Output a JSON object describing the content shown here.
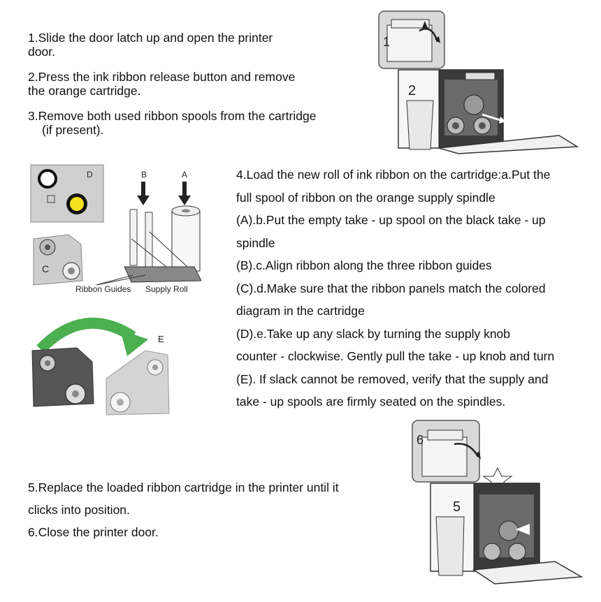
{
  "steps": {
    "step1": [
      "1.Slide the door latch up and open the printer",
      "door."
    ],
    "step2": [
      "2.Press the ink ribbon release button and remove",
      "the orange cartridge."
    ],
    "step3": [
      "3.Remove both used ribbon spools from the cartridge",
      "(if present)."
    ],
    "step4": [
      "4.Load the new roll of ink ribbon on the cartridge:a.Put the",
      "full spool of ribbon on the orange supply spindle",
      "(A).b.Put the empty take - up spool on the black take - up",
      "spindle",
      "(B).c.Align ribbon along the three ribbon guides",
      "(C).d.Make sure that the ribbon panels match the colored",
      "diagram in the cartridge",
      "(D).e.Take up any slack by turning the supply knob",
      "counter - clockwise. Gently pull the take - up knob and turn",
      "(E). If slack cannot be removed, verify that the supply and",
      "take - up spools are firmly seated on the spindles."
    ],
    "step5": [
      "5.Replace the loaded ribbon cartridge in the printer until it",
      "clicks into position."
    ],
    "step6": [
      "6.Close the printer door."
    ]
  },
  "figures": {
    "top_printer": {
      "inset_number": "1",
      "main_number": "2"
    },
    "spindles": {
      "label_d": "D",
      "label_c": "C",
      "label_b": "B",
      "label_a": "A",
      "ribbon_guides": "Ribbon Guides",
      "supply_roll": "Supply Roll"
    },
    "cartridge": {
      "label_e": "E"
    },
    "bottom_printer": {
      "inset_number": "6",
      "main_number": "5"
    }
  }
}
